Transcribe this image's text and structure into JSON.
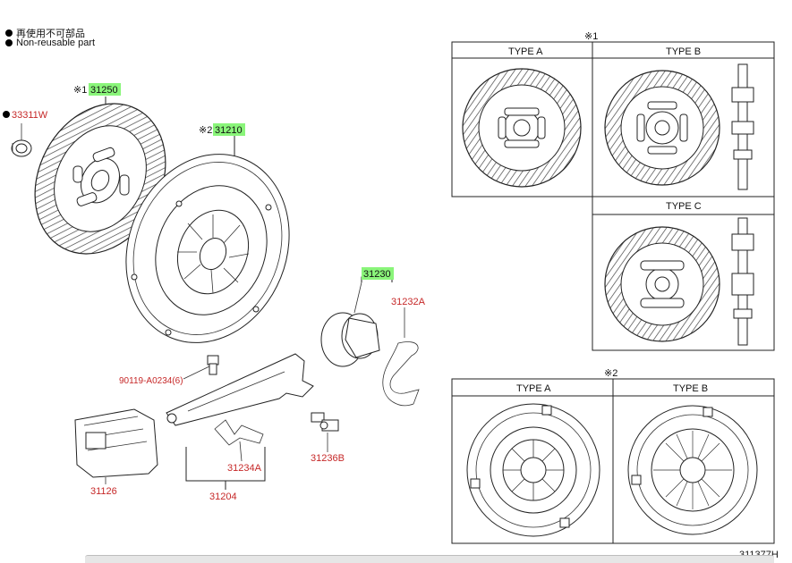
{
  "legend": {
    "jp_text": "再使用不可部品",
    "en_text": "Non-reusable part"
  },
  "colors": {
    "part_number_red": "#c62828",
    "highlight_green": "#8af57a",
    "line": "#222222"
  },
  "parts": {
    "p31250": "31250",
    "p31210": "31210",
    "p31230": "31230",
    "p33311W": "33311W",
    "p31232A": "31232A",
    "p90119": "90119-A0234(6)",
    "p31234A": "31234A",
    "p31236B": "31236B",
    "p31126": "31126",
    "p31204": "31204"
  },
  "notes": {
    "note1": "※1",
    "note2": "※2"
  },
  "type_tables": {
    "disc": {
      "note": "※1",
      "type_a": "TYPE A",
      "type_b": "TYPE B",
      "type_c": "TYPE C"
    },
    "cover": {
      "note": "※2",
      "type_a": "TYPE A",
      "type_b": "TYPE B"
    }
  },
  "diagram_id": "311377H"
}
